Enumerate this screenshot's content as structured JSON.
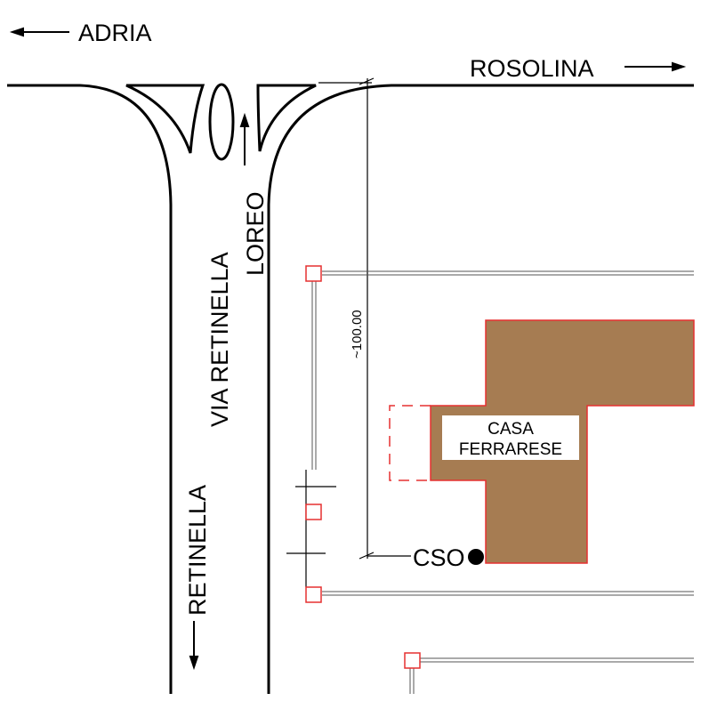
{
  "labels": {
    "adria": "ADRIA",
    "rosolina": "ROSOLINA",
    "loreo": "LOREO",
    "via_retinella": "VIA RETINELLA",
    "retinella": "RETINELLA",
    "distance": "~100.00",
    "building_line1": "CASA",
    "building_line2": "FERRARESE",
    "cso": "CSO"
  },
  "colors": {
    "building_fill": "#a67c52",
    "building_outline": "#e53030",
    "road": "#000000",
    "fence": "#555555"
  }
}
